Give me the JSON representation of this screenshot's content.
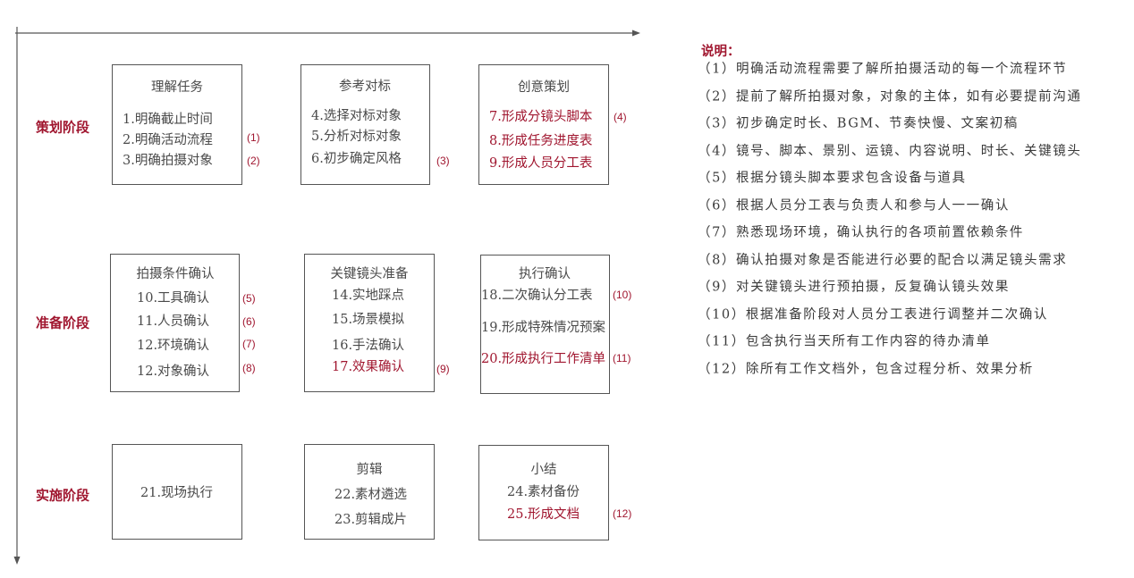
{
  "colors": {
    "accent": "#a0162f",
    "text": "#4a4a4a",
    "line": "#555555"
  },
  "stages": [
    "策划阶段",
    "准备阶段",
    "实施阶段"
  ],
  "boxes": [
    {
      "title": "理解任务",
      "items": [
        {
          "text": "1.明确截止时间"
        },
        {
          "text": "2.明确活动流程"
        },
        {
          "text": "3.明确拍摄对象"
        }
      ]
    },
    {
      "title": "参考对标",
      "items": [
        {
          "text": "4.选择对标对象"
        },
        {
          "text": "5.分析对标对象"
        },
        {
          "text": "6.初步确定风格"
        }
      ]
    },
    {
      "title": "创意策划",
      "items": [
        {
          "text": "7.形成分镜头脚本",
          "red": true
        },
        {
          "text": "8.形成任务进度表",
          "red": true
        },
        {
          "text": "9.形成人员分工表",
          "red": true
        }
      ]
    },
    {
      "title": "拍摄条件确认",
      "items": [
        {
          "text": "10.工具确认"
        },
        {
          "text": "11.人员确认"
        },
        {
          "text": "12.环境确认"
        },
        {
          "text": "12.对象确认"
        }
      ]
    },
    {
      "title": "关键镜头准备",
      "items": [
        {
          "text": "14.实地踩点"
        },
        {
          "text": "15.场景模拟"
        },
        {
          "text": "16.手法确认"
        },
        {
          "text": "17.效果确认",
          "red": true
        }
      ]
    },
    {
      "title": "执行确认",
      "items": [
        {
          "text": "18.二次确认分工表"
        },
        {
          "text": "19.形成特殊情况预案"
        },
        {
          "text": "20.形成执行工作清单",
          "red": true
        }
      ]
    },
    {
      "title": "",
      "items": [
        {
          "text": "21.现场执行"
        }
      ]
    },
    {
      "title": "剪辑",
      "items": [
        {
          "text": "22.素材遴选"
        },
        {
          "text": "23.剪辑成片"
        }
      ]
    },
    {
      "title": "小结",
      "items": [
        {
          "text": "24.素材备份"
        },
        {
          "text": "25.形成文档",
          "red": true
        }
      ]
    }
  ],
  "notes": [
    "(1)",
    "(2)",
    "(3)",
    "(4)",
    "(5)",
    "(6)",
    "(7)",
    "(8)",
    "(9)",
    "(10)",
    "(11)",
    "(12)"
  ],
  "legend": {
    "title": "说明：",
    "lines": [
      "（1）明确活动流程需要了解所拍摄活动的每一个流程环节",
      "（2）提前了解所拍摄对象，对象的主体，如有必要提前沟通",
      "（3）初步确定时长、BGM、节奏快慢、文案初稿",
      "（4）镜号、脚本、景别、运镜、内容说明、时长、关键镜头",
      "（5）根据分镜头脚本要求包含设备与道具",
      "（6）根据人员分工表与负责人和参与人一一确认",
      "（7）熟悉现场环境，确认执行的各项前置依赖条件",
      "（8）确认拍摄对象是否能进行必要的配合以满足镜头需求",
      "（9）对关键镜头进行预拍摄，反复确认镜头效果",
      "（10）根据准备阶段对人员分工表进行调整并二次确认",
      "（11）包含执行当天所有工作内容的待办清单",
      "（12）除所有工作文档外，包含过程分析、效果分析"
    ]
  }
}
